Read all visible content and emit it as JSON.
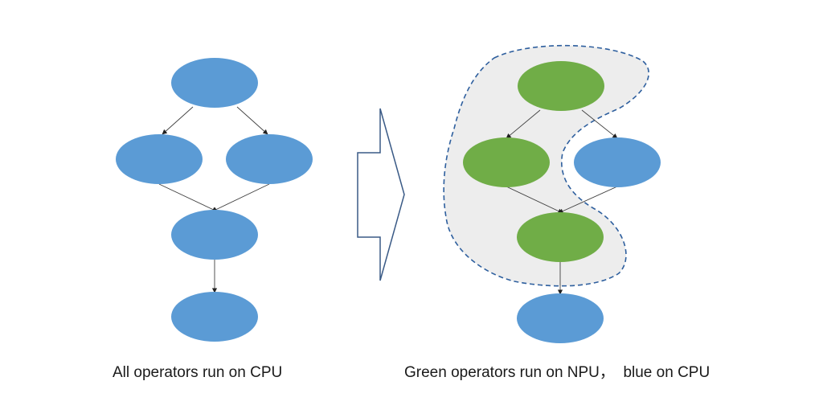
{
  "left_panel": {
    "caption": "All operators run on CPU",
    "nodes": [
      {
        "id": "l1",
        "device": "cpu"
      },
      {
        "id": "l2",
        "device": "cpu"
      },
      {
        "id": "l3",
        "device": "cpu"
      },
      {
        "id": "l4",
        "device": "cpu"
      },
      {
        "id": "l5",
        "device": "cpu"
      }
    ],
    "edges": [
      [
        "l1",
        "l2"
      ],
      [
        "l1",
        "l3"
      ],
      [
        "l2",
        "l4"
      ],
      [
        "l3",
        "l4"
      ],
      [
        "l4",
        "l5"
      ]
    ]
  },
  "right_panel": {
    "caption": "Green operators run on NPU，  blue on CPU",
    "nodes": [
      {
        "id": "r1",
        "device": "npu"
      },
      {
        "id": "r2",
        "device": "npu"
      },
      {
        "id": "r3",
        "device": "cpu"
      },
      {
        "id": "r4",
        "device": "npu"
      },
      {
        "id": "r5",
        "device": "cpu"
      }
    ],
    "edges": [
      [
        "r1",
        "r2"
      ],
      [
        "r1",
        "r3"
      ],
      [
        "r2",
        "r4"
      ],
      [
        "r3",
        "r4"
      ],
      [
        "r4",
        "r5"
      ]
    ]
  },
  "colors": {
    "cpu": "#5b9bd5",
    "npu": "#70ad47",
    "edge": "#404040",
    "region_fill": "#ededed",
    "region_border": "#2e5f9e",
    "arrow_outline": "#3a5a86"
  }
}
